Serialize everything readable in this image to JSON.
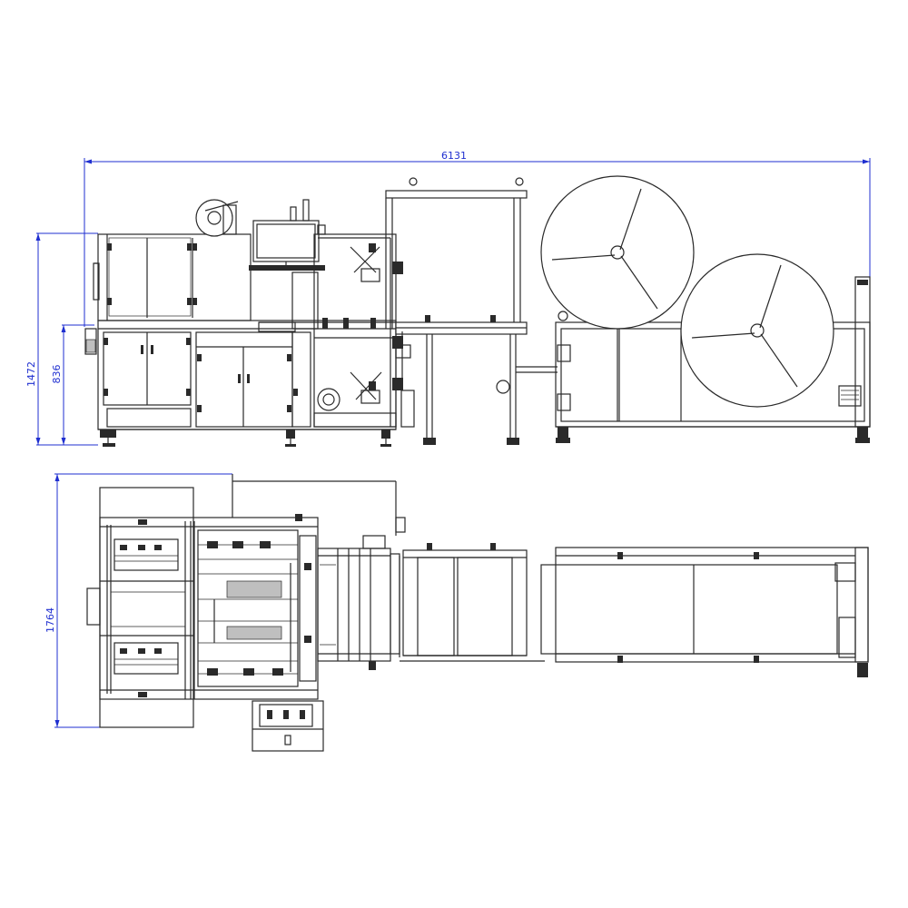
{
  "dimensions": {
    "overall_length": "6131",
    "overall_height": "1472",
    "table_height": "836",
    "overall_width": "1764"
  },
  "colors": {
    "dimension_lines": "#1f2fd0",
    "linework": "#2a2a2a",
    "background": "#ffffff"
  }
}
